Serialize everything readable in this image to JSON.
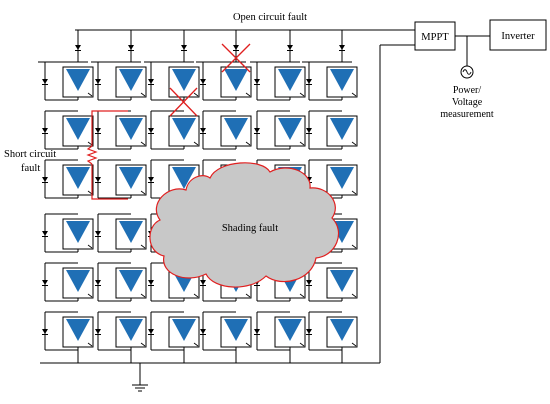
{
  "labels": {
    "open_circuit": "Open circuit fault",
    "mppt": "MPPT",
    "inverter": "Inverter",
    "power_line1": "Power/",
    "power_line2": "Voltage",
    "power_line3": "measurement",
    "short_line1": "Short circuit",
    "short_line2": "fault",
    "shading": "Shading fault"
  },
  "array": {
    "strings": 6,
    "panels_per_string": 6
  },
  "colors": {
    "wire": "#000000",
    "panel_fill": "#1f6fb5",
    "fault": "#e02020",
    "cloud_fill": "#c8c8c8",
    "cloud_stroke": "#e02020"
  }
}
